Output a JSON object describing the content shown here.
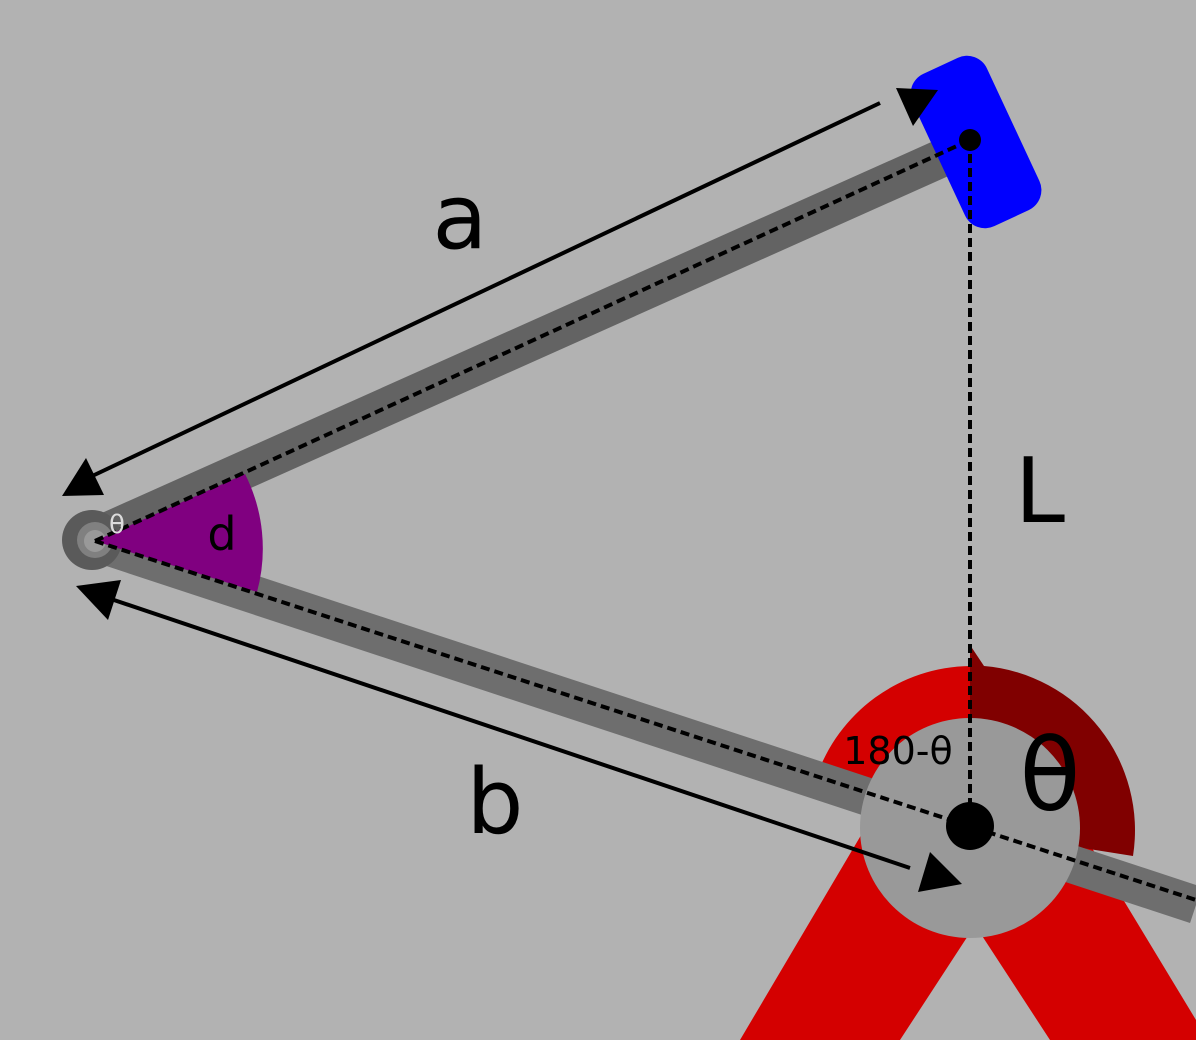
{
  "labels": {
    "a": "a",
    "b": "b",
    "L": "L",
    "d": "d",
    "theta": "θ",
    "theta_small": "θ",
    "supplement": "180-θ"
  },
  "colors": {
    "background": "#b2b2b2",
    "arm": "#6e6e6e",
    "upper_arm": "#636363",
    "hub": "#999999",
    "stand": "#d40000",
    "theta_wedge": "#800000",
    "supplement_wedge": "#d40000",
    "d_wedge": "#800080",
    "slider": "#0000ff",
    "line": "#000000"
  }
}
